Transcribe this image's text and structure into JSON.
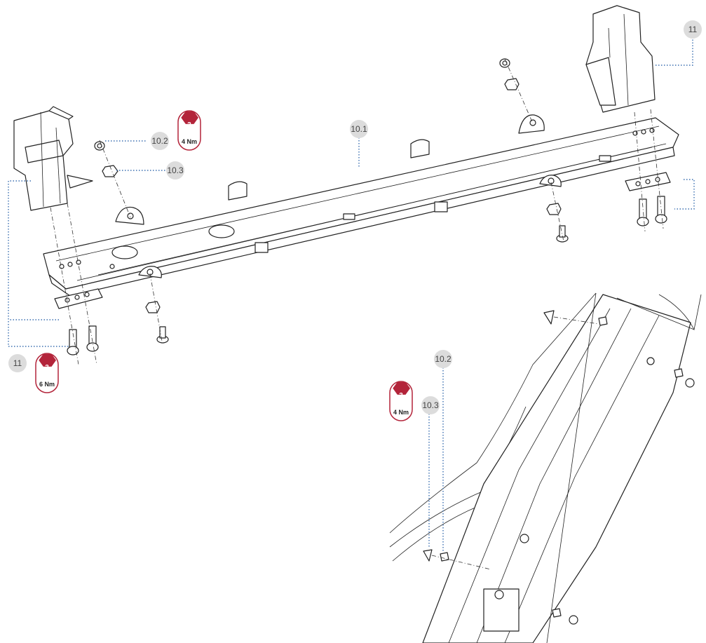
{
  "colors": {
    "leader": "#3a6fb0",
    "torque_red": "#b3243a",
    "bubble_fill": "#dcdcdc"
  },
  "callouts": {
    "c_10_1": "10.1",
    "c_10_2_top": "10.2",
    "c_10_3_top": "10.3",
    "c_11_top_right": "11",
    "c_11_left": "11",
    "c_10_2_bottom": "10.2",
    "c_10_3_bottom": "10.3"
  },
  "torques": {
    "t_top": {
      "step": "3",
      "value": "4 Nm"
    },
    "t_left": {
      "step": "3",
      "value": "6 Nm"
    },
    "t_bottom": {
      "step": "3",
      "value": "4 Nm"
    }
  },
  "icons": [
    "torque-wrench-icon"
  ]
}
